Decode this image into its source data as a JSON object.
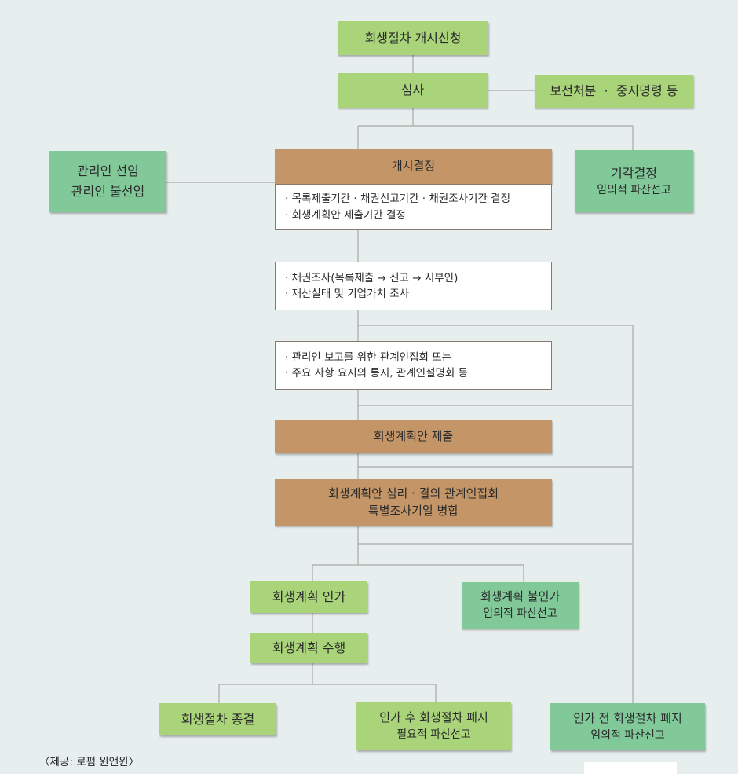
{
  "nodes": {
    "application": "회생절차 개시신청",
    "review": "심사",
    "preservation": "보전처분  ·  중지명령 등",
    "trustee_line1": "관리인 선임",
    "trustee_line2": "관리인 불선임",
    "commencement_title": "개시결정",
    "commencement_line1": "· 목록제출기간 · 채권신고기간 · 채권조사기간 결정",
    "commencement_line2": "· 회생계획안 제출기간 결정",
    "dismissal_title": "기각결정",
    "dismissal_sub": "임의적 파산선고",
    "investigation_line1": "· 채권조사(목록제출 → 신고 → 시부인)",
    "investigation_line2": "· 재산실태 및 기업가치 조사",
    "meeting_line1": "· 관리인 보고를 위한 관계인집회 또는",
    "meeting_line2": "· 주요 사항 요지의 통지, 관계인설명회 등",
    "plan_submission": "회생계획안 제출",
    "plan_hearing_line1": "회생계획안 심리 ·  결의 관계인집회",
    "plan_hearing_line2": "특별조사기일 병합",
    "plan_approval": "회생계획 인가",
    "plan_rejection_title": "회생계획 불인가",
    "plan_rejection_sub": "임의적 파산선고",
    "plan_execution": "회생계획 수행",
    "termination": "회생절차 종결",
    "abolition_after_title": "인가 후 회생절차 폐지",
    "abolition_after_sub": "필요적 파산선고",
    "abolition_before_title": "인가 전 회생절차 폐지",
    "abolition_before_sub": "임의적 파산선고"
  },
  "caption": "〈제공: 로펌 윈앤윈〉",
  "colors": {
    "background": "#e7eeee",
    "green": "#a9d47a",
    "teal": "#82c99a",
    "brown": "#c49567",
    "line": "#a9a9a9"
  }
}
